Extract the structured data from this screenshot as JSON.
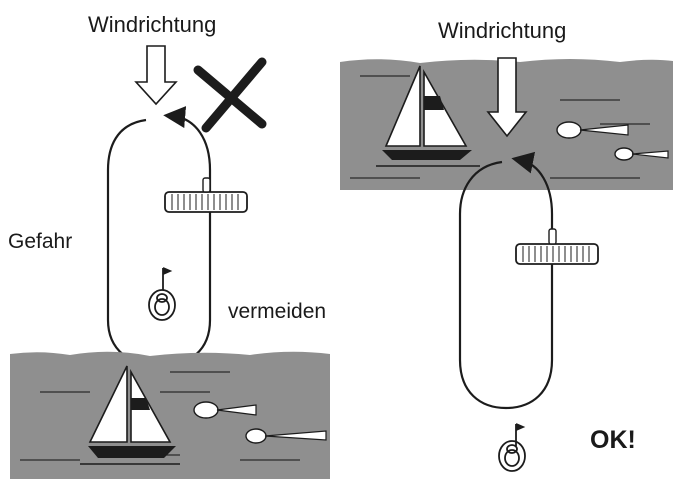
{
  "left_panel": {
    "wind_label": "Windrichtung",
    "side_label_left": "Gefahr",
    "side_label_right": "vermeiden"
  },
  "right_panel": {
    "wind_label": "Windrichtung",
    "ok_label": "OK!"
  },
  "colors": {
    "water": "#8f8f8f",
    "line": "#1c1c1c",
    "paper": "#ffffff",
    "wind_arrow_fill": "#ffffff"
  },
  "icons": [
    "wind-arrow-icon",
    "cross-icon",
    "sailboat-icon",
    "swimmer-icon",
    "windsurf-board-icon",
    "person-in-water-icon"
  ]
}
